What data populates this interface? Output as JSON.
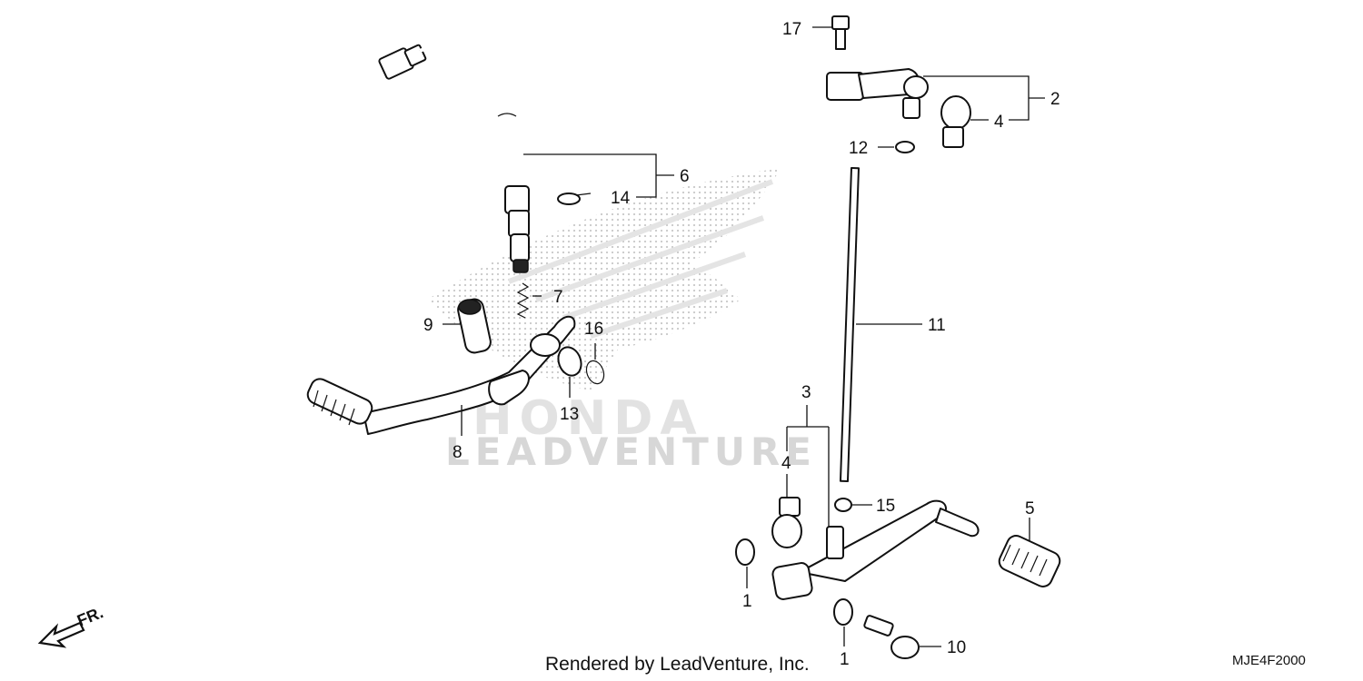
{
  "footer": {
    "rendered_by": "Rendered by LeadVenture, Inc.",
    "diagram_code": "MJE4F2000",
    "front_label": "FR."
  },
  "watermark": {
    "brand": "HONDA",
    "dealer": "LEADVENTURE"
  },
  "callouts": {
    "c1a": "1",
    "c1b": "1",
    "c2": "2",
    "c3": "3",
    "c4a": "4",
    "c4b": "4",
    "c5": "5",
    "c6": "6",
    "c7": "7",
    "c8": "8",
    "c9": "9",
    "c10": "10",
    "c11": "11",
    "c12": "12",
    "c13": "13",
    "c14": "14",
    "c15": "15",
    "c16": "16",
    "c17": "17"
  },
  "colors": {
    "ink": "#111111",
    "watermark": "#d7d7d7",
    "background": "#ffffff"
  }
}
